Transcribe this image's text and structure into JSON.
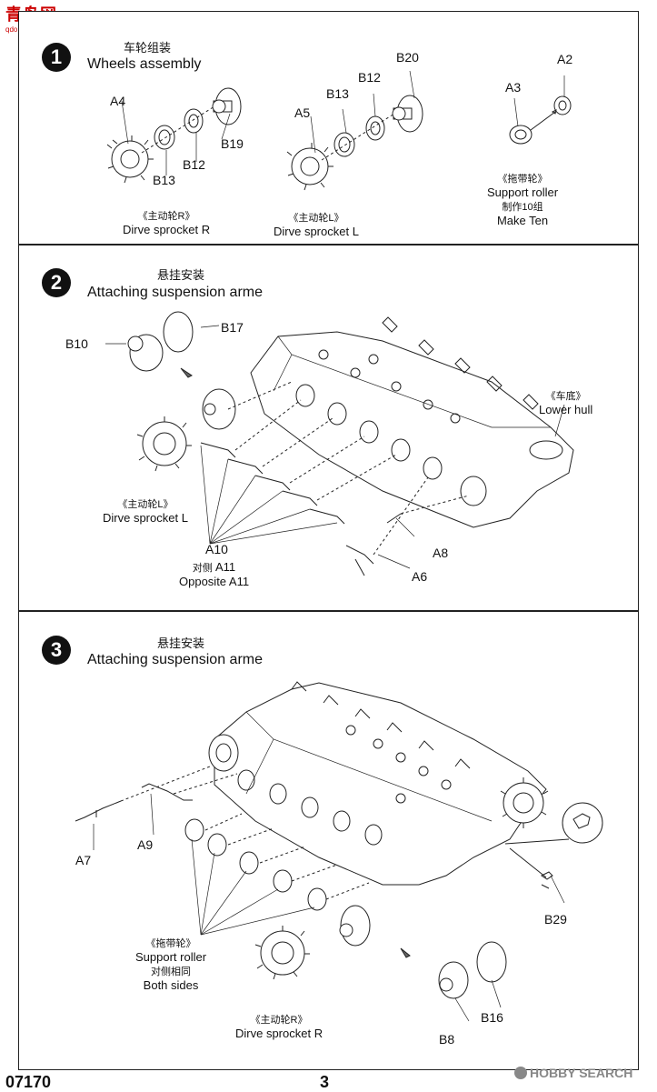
{
  "watermark": {
    "cn": "青岛网",
    "url": "qdo.shou.com"
  },
  "steps": [
    {
      "number": "1",
      "title_cn": "车轮组装",
      "title_en": "Wheels assembly",
      "labels": [
        "A4",
        "B19",
        "B13",
        "B12",
        "A5",
        "B13",
        "B12",
        "B20",
        "A3",
        "A2"
      ],
      "captions": [
        {
          "cn": "《主动轮R》",
          "en": "Dirve sprocket R"
        },
        {
          "cn": "《主动轮L》",
          "en": "Dirve sprocket L"
        },
        {
          "cn": "《拖带轮》",
          "en": "Support roller",
          "cn2": "制作10组",
          "en2": "Make Ten"
        }
      ]
    },
    {
      "number": "2",
      "title_cn": "悬挂安装",
      "title_en": "Attaching suspension arme",
      "labels": [
        "B10",
        "B17",
        "A10",
        "A8",
        "A6"
      ],
      "opposite_cn": "对侧",
      "opposite_a11": "A11",
      "opposite_en": "Opposite A11",
      "captions": [
        {
          "cn": "《主动轮L》",
          "en": "Dirve sprocket L"
        },
        {
          "cn": "《车底》",
          "en": "Lower hull"
        }
      ]
    },
    {
      "number": "3",
      "title_cn": "悬挂安装",
      "title_en": "Attaching suspension arme",
      "labels": [
        "A7",
        "A9",
        "B29",
        "B8",
        "B16"
      ],
      "captions": [
        {
          "cn": "《拖带轮》",
          "en": "Support roller",
          "cn2": "对侧相同",
          "en2": "Both sides"
        },
        {
          "cn": "《主动轮R》",
          "en": "Dirve sprocket R"
        }
      ]
    }
  ],
  "footer": {
    "code": "07170",
    "page": "3",
    "brand": "HOBBY SEARCH"
  }
}
